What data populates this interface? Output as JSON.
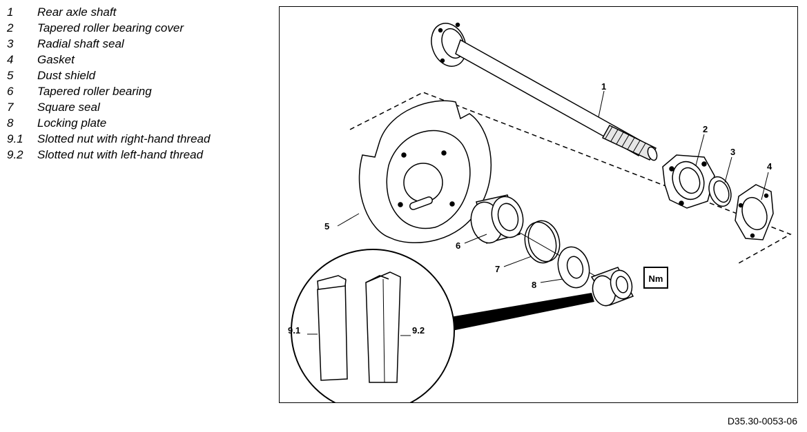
{
  "legend": [
    {
      "num": "1",
      "label": "Rear axle shaft"
    },
    {
      "num": "2",
      "label": "Tapered roller bearing cover"
    },
    {
      "num": "3",
      "label": "Radial shaft seal"
    },
    {
      "num": "4",
      "label": "Gasket"
    },
    {
      "num": "5",
      "label": "Dust shield"
    },
    {
      "num": "6",
      "label": "Tapered roller bearing"
    },
    {
      "num": "7",
      "label": "Square seal"
    },
    {
      "num": "8",
      "label": "Locking plate"
    },
    {
      "num": "9.1",
      "label": "Slotted nut with right-hand thread"
    },
    {
      "num": "9.2",
      "label": "Slotted nut with left-hand thread"
    }
  ],
  "callouts": {
    "c1": "1",
    "c2": "2",
    "c3": "3",
    "c4": "4",
    "c5": "5",
    "c6": "6",
    "c7": "7",
    "c8": "8",
    "c91": "9.1",
    "c92": "9.2"
  },
  "torque_symbol": "Nm",
  "document_id": "D35.30-0053-06"
}
